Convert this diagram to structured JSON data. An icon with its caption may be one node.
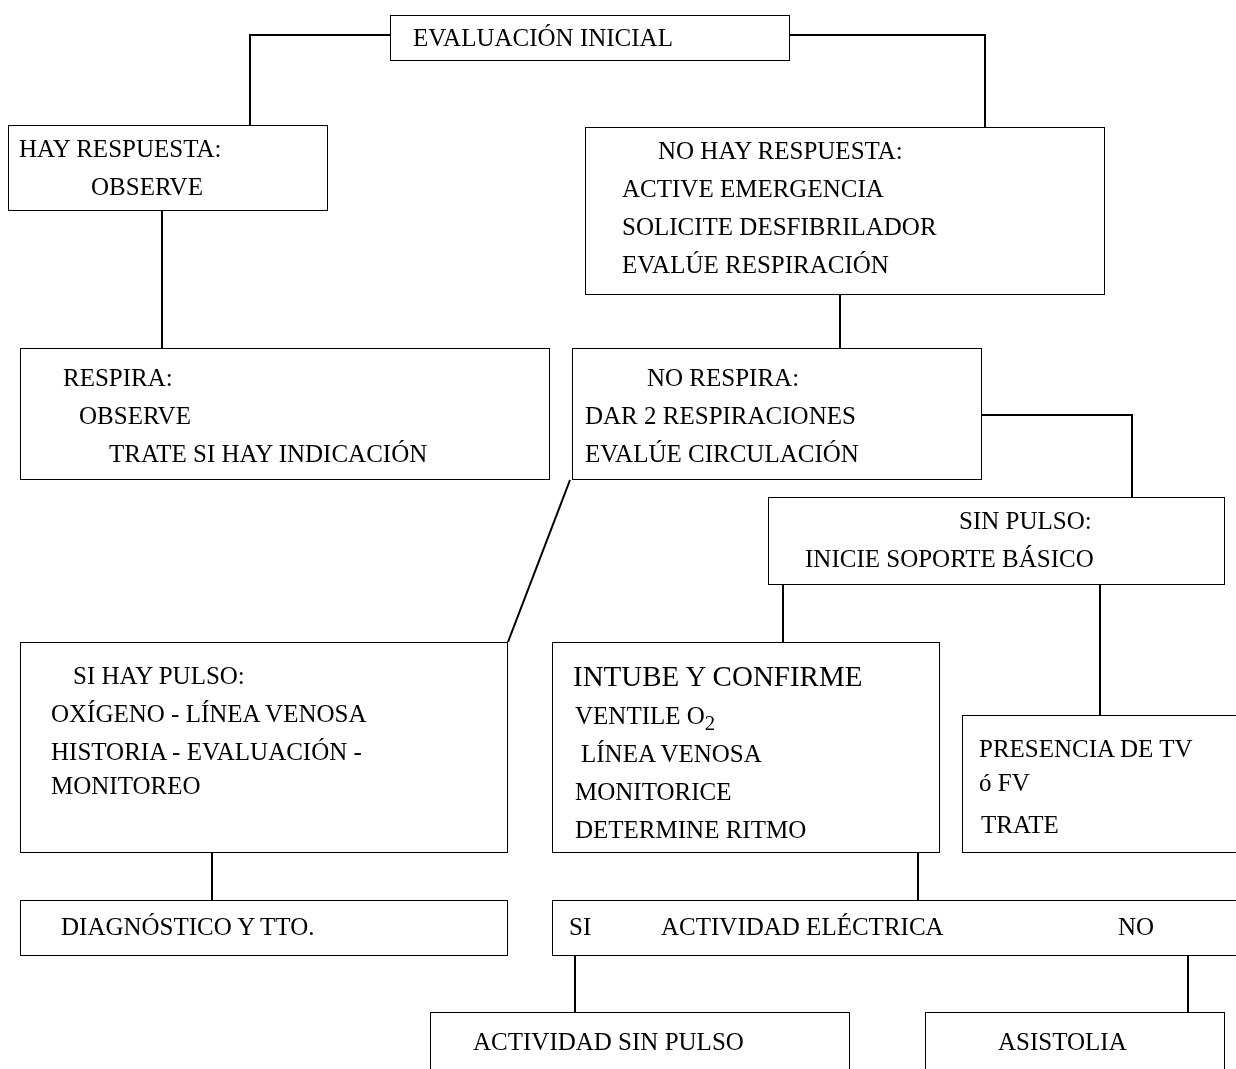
{
  "diagram": {
    "nodes": [
      {
        "text": [
          "EVALUACIÓN INICIAL"
        ]
      },
      {
        "text": [
          "HAY RESPUESTA:",
          "OBSERVE"
        ]
      },
      {
        "text": [
          "NO HAY RESPUESTA:",
          "ACTIVE EMERGENCIA",
          "SOLICITE DESFIBRILADOR",
          "EVALÚE RESPIRACIÓN"
        ]
      },
      {
        "text": [
          "RESPIRA:",
          "OBSERVE",
          "TRATE SI HAY INDICACIÓN"
        ]
      },
      {
        "text": [
          "NO RESPIRA:",
          "DAR 2 RESPIRACIONES",
          "EVALÚE CIRCULACIÓN"
        ]
      },
      {
        "text": [
          "SIN PULSO:",
          "INICIE SOPORTE BÁSICO"
        ]
      },
      {
        "text": [
          "SI HAY PULSO:",
          "OXÍGENO - LÍNEA VENOSA",
          "HISTORIA - EVALUACIÓN - MONITOREO"
        ]
      },
      {
        "text": [
          "INTUBE Y CONFIRME",
          "VENTILE O$_{2}$",
          "LÍNEA VENOSA",
          "MONITORICE",
          "DETERMINE RITMO"
        ]
      },
      {
        "text": [
          "PRESENCIA DE TV ó FV",
          "TRATE"
        ]
      },
      {
        "text": [
          "DIAGNÓSTICO Y TTO."
        ]
      },
      {
        "text": [
          "SI",
          "ACTIVIDAD ELÉCTRICA",
          "NO"
        ]
      },
      {
        "text": [
          "ACTIVIDAD SIN PULSO"
        ]
      },
      {
        "text": [
          "ASISTOLIA"
        ]
      }
    ],
    "edges": [
      {
        "from": 0,
        "to": 1,
        "arrow": "none"
      },
      {
        "from": 0,
        "to": 2,
        "arrow": "none"
      },
      {
        "from": 1,
        "to": 3,
        "arrow": "none"
      },
      {
        "from": 2,
        "to": 4,
        "arrow": "none"
      },
      {
        "from": 4,
        "to": 5,
        "arrow": "none"
      },
      {
        "from": 4,
        "to": 6,
        "arrow": "none"
      },
      {
        "from": 5,
        "to": 7,
        "arrow": "none"
      },
      {
        "from": 5,
        "to": 8,
        "arrow": "none"
      },
      {
        "from": 6,
        "to": 9,
        "arrow": "none"
      },
      {
        "from": 7,
        "to": 10,
        "arrow": "none"
      },
      {
        "from": 10,
        "to": 11,
        "arrow": "none"
      },
      {
        "from": 10,
        "to": 12,
        "arrow": "none"
      }
    ]
  }
}
